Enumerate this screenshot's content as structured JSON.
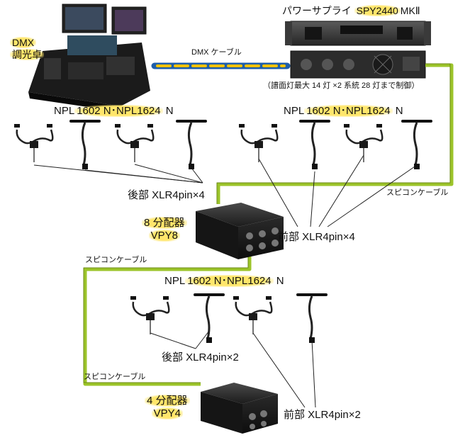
{
  "labels": {
    "console": [
      "DMX",
      "調光卓"
    ],
    "dmx_cable": "DMX ケーブル",
    "power_supply": {
      "prefix": "パワーサプライ ",
      "model": "SPY2440",
      "suffix": "MKⅡ"
    },
    "power_note": "（譜面灯最大 14 灯 ×2 系統 28 灯まで制御）",
    "npl": {
      "prefix": "NPL",
      "model": "1602 N･NPL1624",
      "suffix": " N"
    },
    "rear_x4": "後部 XLR4pin×4",
    "front_x4": "前部 XLR4pin×4",
    "rear_x2": "後部 XLR4pin×2",
    "front_x2": "前部 XLR4pin×2",
    "spicon_cable": "スピコンケーブル",
    "vpy8": [
      "8 分配器",
      "VPY8"
    ],
    "vpy4": [
      "4 分配器",
      "VPY4"
    ]
  },
  "colors": {
    "cable_green": "#9cc42a",
    "dmx_blue": "#1f5fa8",
    "dmx_yellow": "#f2c200",
    "highlight": "#ffe66b"
  },
  "icons": [
    "console-icon",
    "power-supply-icon",
    "music-stand-lamp-icon",
    "splitter-box-icon"
  ]
}
